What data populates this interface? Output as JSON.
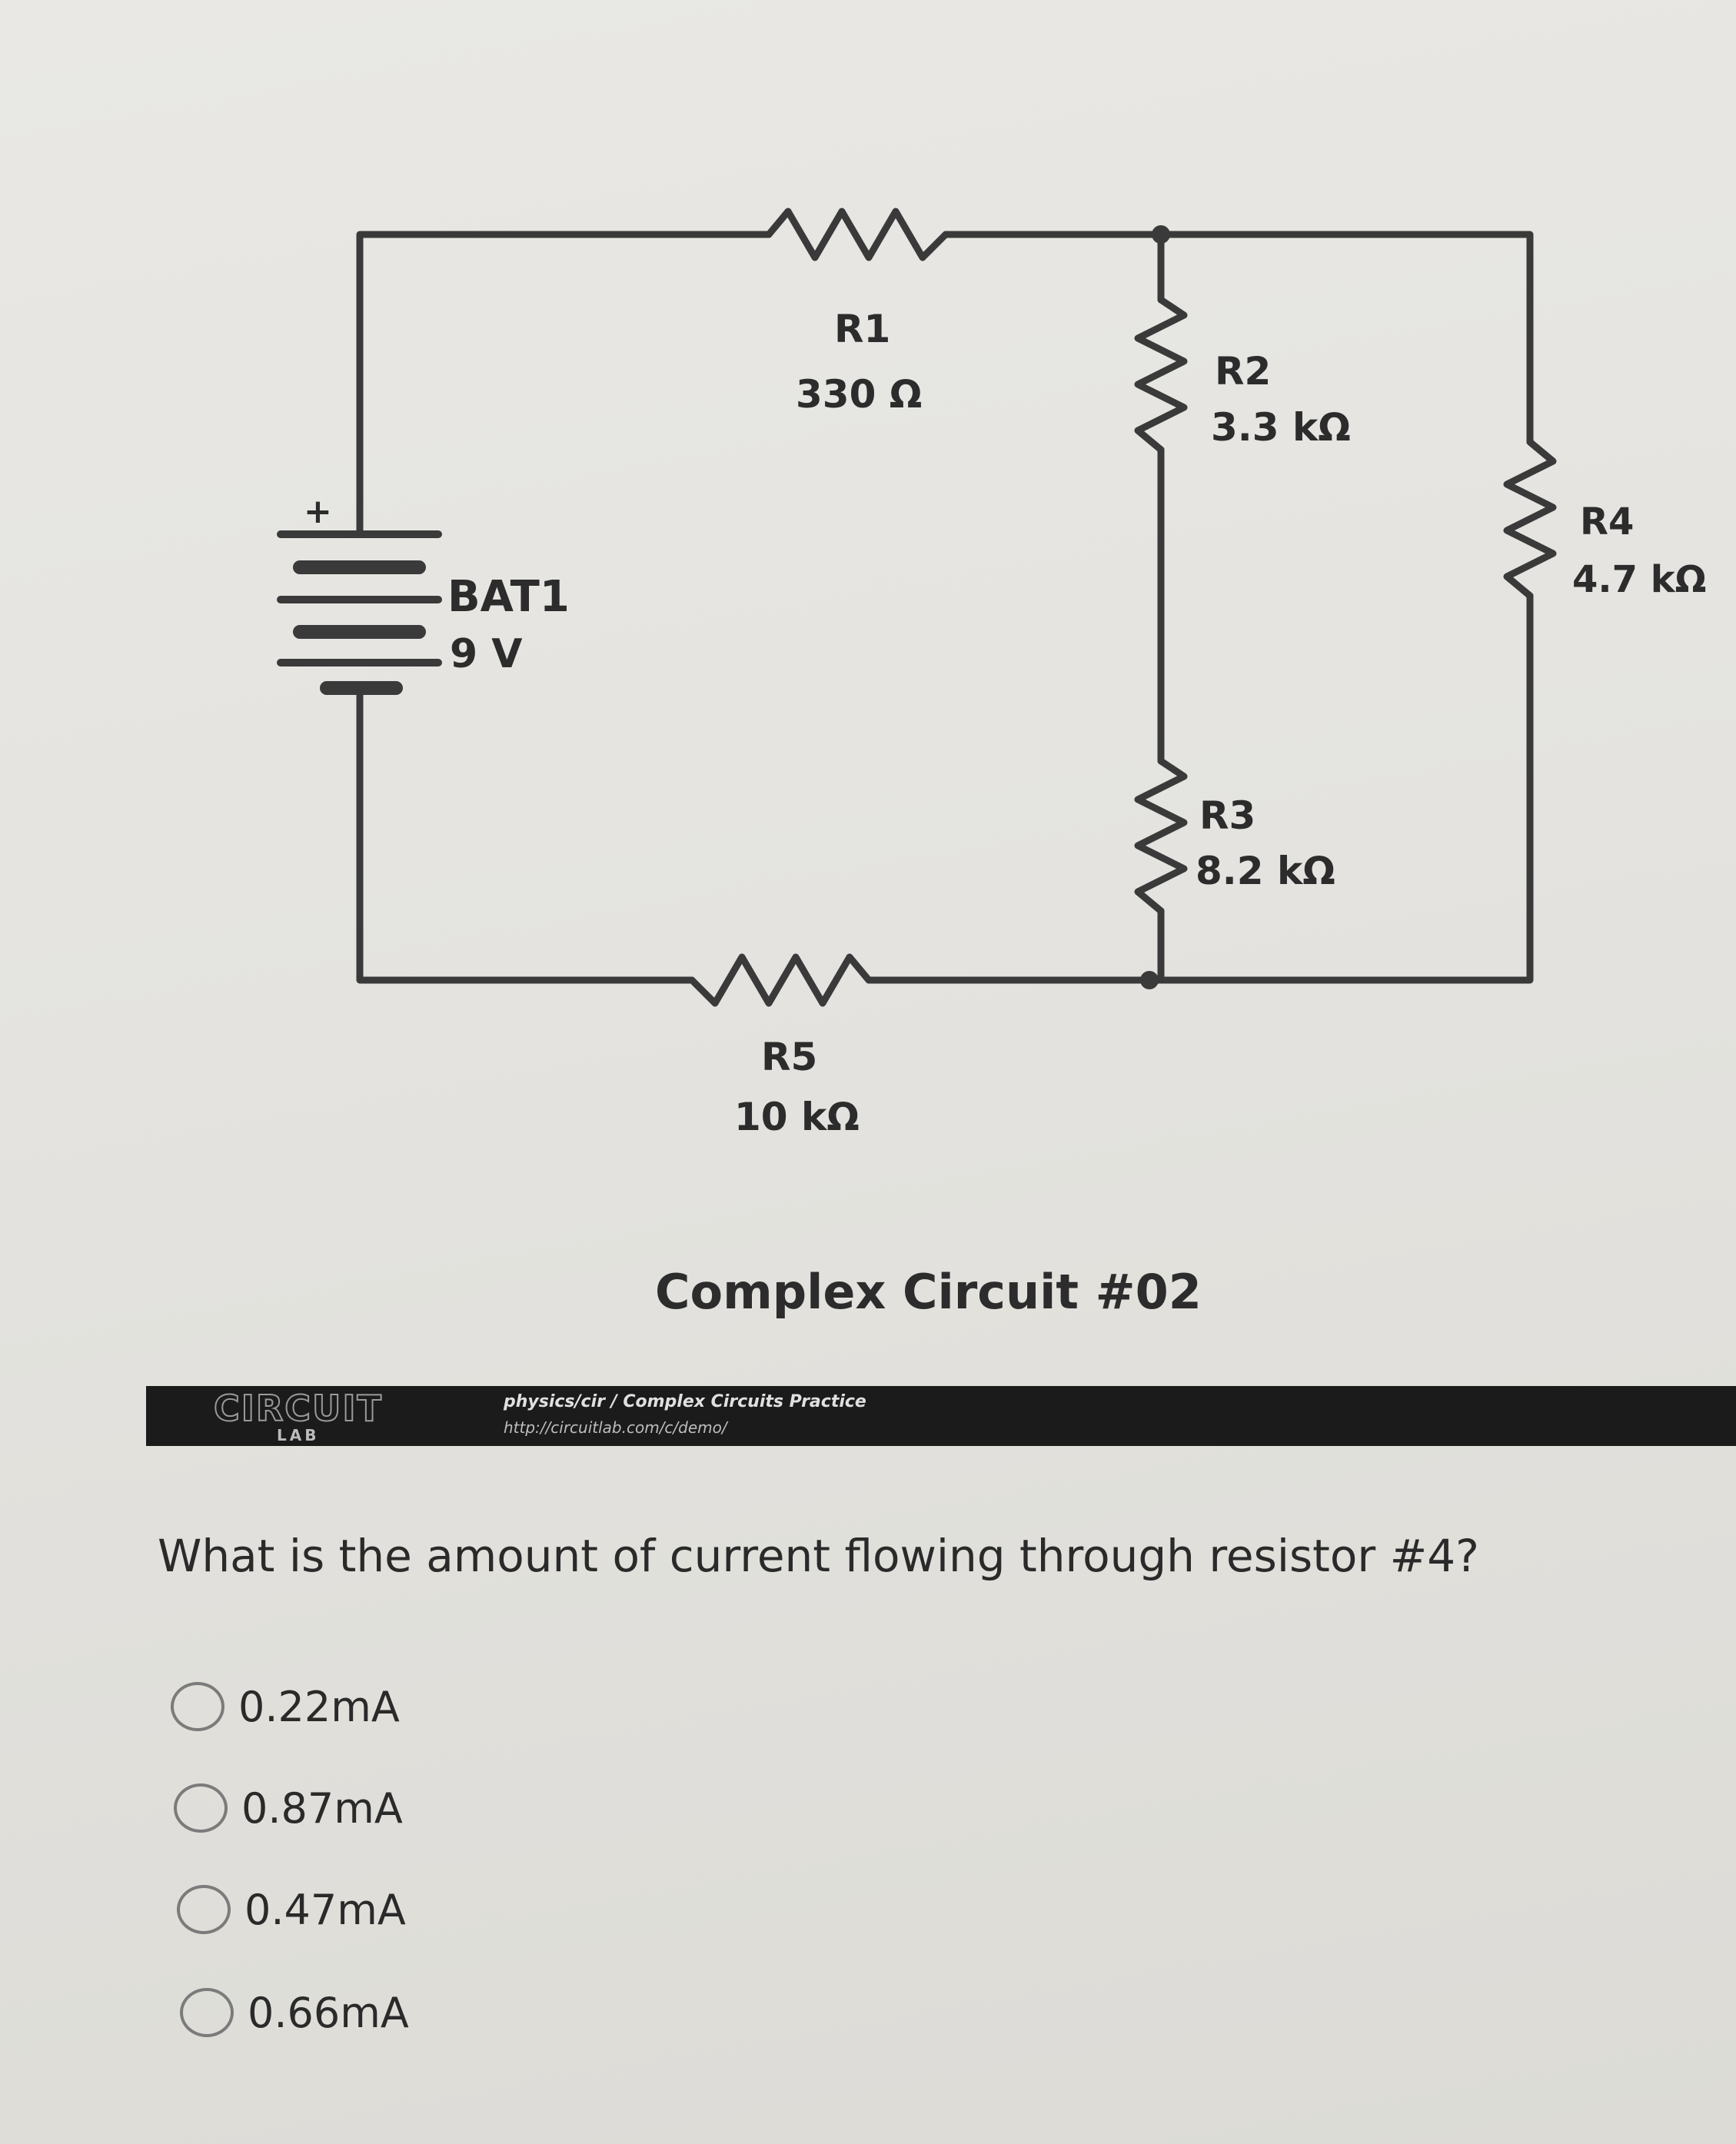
{
  "circuit": {
    "title": "Complex Circuit #02",
    "battery": {
      "name": "BAT1",
      "value": "9 V",
      "plus": "+"
    },
    "resistors": [
      {
        "name": "R1",
        "value": "330 Ω"
      },
      {
        "name": "R2",
        "value": "3.3 kΩ"
      },
      {
        "name": "R3",
        "value": "8.2 kΩ"
      },
      {
        "name": "R4",
        "value": "4.7 kΩ"
      },
      {
        "name": "R5",
        "value": "10 kΩ"
      }
    ]
  },
  "banner": {
    "logo_text": "CIRCUIT",
    "logo_sub": "LAB",
    "line1": "physics/cir / Complex Circuits Practice",
    "line2": "http://circuitlab.com/c/demo/"
  },
  "question": {
    "text": "What is the amount of current flowing through resistor #4?",
    "options": [
      "0.22mA",
      "0.87mA",
      "0.47mA",
      "0.66mA"
    ]
  }
}
